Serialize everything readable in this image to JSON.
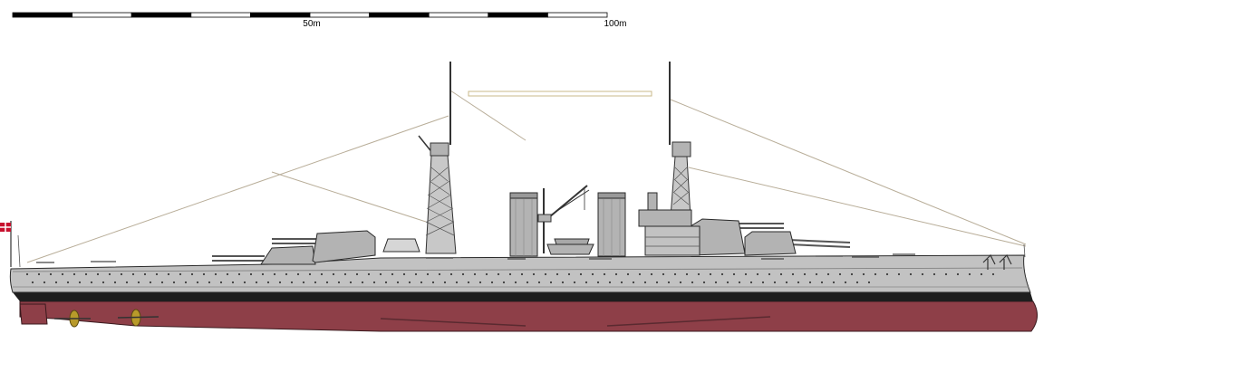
{
  "scale": {
    "labels": [
      {
        "meters": 50,
        "text": "50m"
      },
      {
        "meters": 100,
        "text": "100m"
      }
    ],
    "segments": 10,
    "max_meters": 100
  },
  "colors": {
    "hull_upper": "#c2c2c2",
    "hull_lower": "#8e3f48",
    "boot_topping": "#1e1e1e",
    "superstructure": "#b3b3b3",
    "outline": "#2a2a2a",
    "rigging": "#b8ad98",
    "propeller": "#b89a2a",
    "flag": "#c8102e"
  }
}
